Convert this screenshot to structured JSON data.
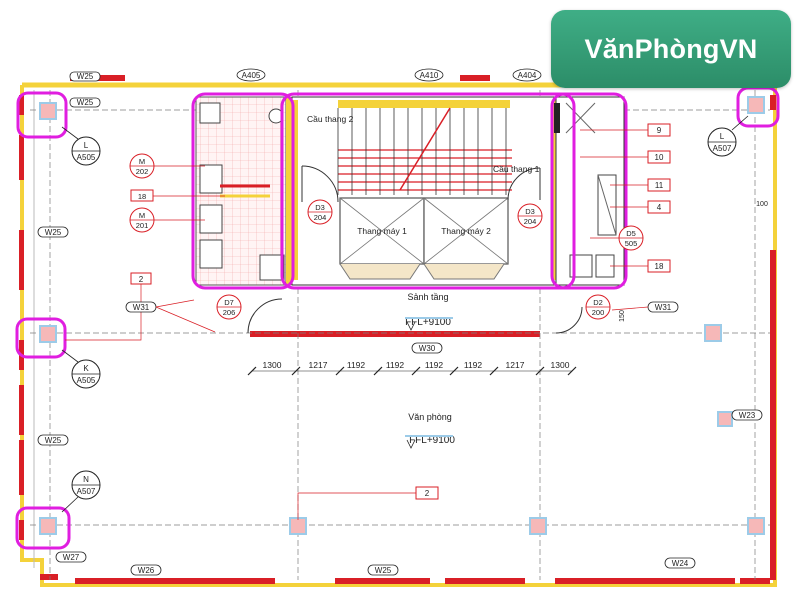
{
  "brand": {
    "logo_text": "VănPhòngVN",
    "logo_color": "#2f9a72"
  },
  "colors": {
    "wall": "#d91f26",
    "magenta": "#e01ee0",
    "yellow": "#f4d23a",
    "line": "#222222",
    "blue": "#6aa7d8"
  },
  "grid_tags": {
    "top_left": "W25",
    "top_left2": "W25",
    "top_a405": "A405",
    "top_a410": "A410",
    "top_a404": "A404"
  },
  "sections": {
    "l": {
      "letter": "L",
      "sheet": "A505"
    },
    "k": {
      "letter": "K",
      "sheet": "A505"
    },
    "n": {
      "letter": "N",
      "sheet": "A507"
    },
    "l_right": {
      "letter": "L",
      "sheet": "A507"
    }
  },
  "tags": {
    "m202": {
      "top": "M",
      "bottom": "202"
    },
    "m201": {
      "top": "M",
      "bottom": "201"
    },
    "n18a": "18",
    "d3a": {
      "top": "D3",
      "bottom": "204"
    },
    "d3b": {
      "top": "D3",
      "bottom": "204"
    },
    "d7": {
      "top": "D7",
      "bottom": "206"
    },
    "d2": {
      "top": "D2",
      "bottom": "200"
    },
    "d5": {
      "top": "D5",
      "bottom": "505"
    },
    "n9": "9",
    "n10": "10",
    "n11": "11",
    "n4": "4",
    "n18b": "18",
    "n2a": "2",
    "n2b": "2"
  },
  "wall_tags": {
    "w25_left_a": "W25",
    "w25_left_b": "W25",
    "w31_left": "W31",
    "w31_right": "W31",
    "w30": "W30",
    "w23_right": "W23",
    "w27": "W27",
    "w26": "W26",
    "w25_bottom": "W25",
    "w24": "W24"
  },
  "rooms": {
    "stair2": "Cầu thang 2",
    "stair1": "Cầu thang 1",
    "lift1": "Thang máy 1",
    "lift2": "Thang máy 2",
    "lobby": "Sảnh tầng",
    "lobby_level": "FFL+9100",
    "office": "Văn phòng",
    "office_level": "FFL+9100"
  },
  "dimensions": [
    "1300",
    "1217",
    "1192",
    "1192",
    "1192",
    "1192",
    "1217",
    "1300"
  ],
  "side_dims": {
    "right_100": "100",
    "right_150": "150"
  }
}
